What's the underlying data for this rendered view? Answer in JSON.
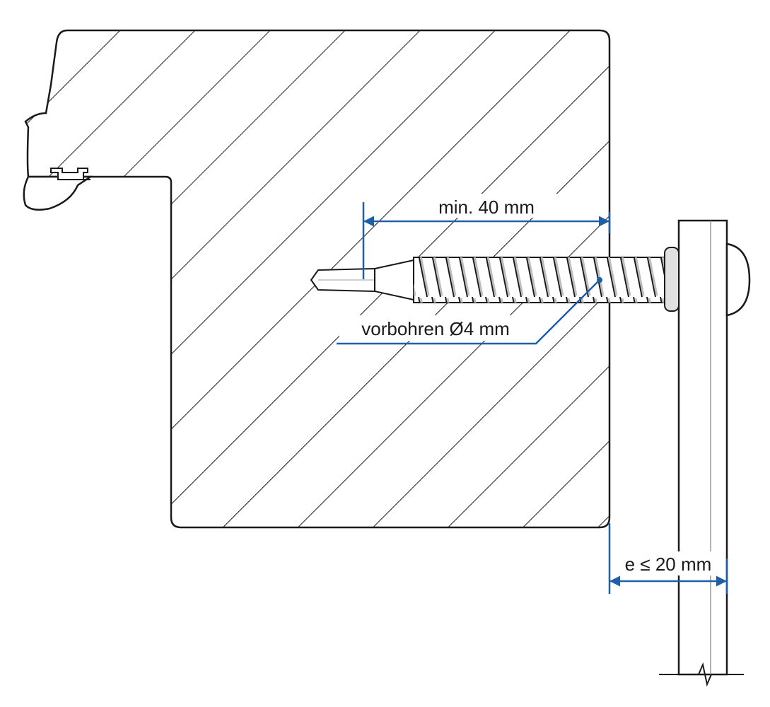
{
  "labels": {
    "depth": "min. 40 mm",
    "predrill": "vorbohren Ø4 mm",
    "distance": "e ≤ 20 mm"
  },
  "colors": {
    "line": "#1a1a1a",
    "dimension": "#1f5fa8",
    "screw": "#555555",
    "background": "#ffffff"
  }
}
